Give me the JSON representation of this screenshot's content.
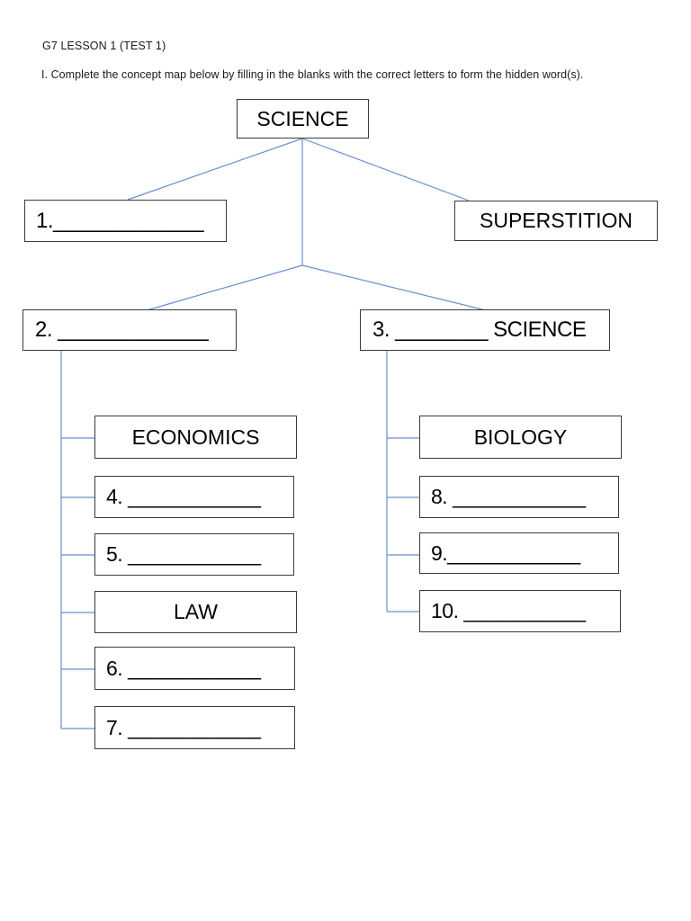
{
  "page": {
    "title": "G7 LESSON 1 (TEST 1)",
    "instruction": "I. Complete the concept map below by filling in the blanks with the correct letters to form the hidden word(s).",
    "background_color": "#ffffff",
    "box_border_color": "#3b3b3b",
    "connector_color": "#6a8fd0",
    "text_color": "#000000"
  },
  "concept_map": {
    "root": {
      "id": "science",
      "label": "SCIENCE"
    },
    "level2": [
      {
        "id": "blank-1",
        "label": "1._____________"
      },
      {
        "id": "superstition",
        "label": "SUPERSTITION"
      },
      {
        "id": "blank-2",
        "label": "2. _____________"
      },
      {
        "id": "blank-3-science",
        "label": "3. ________ SCIENCE"
      }
    ],
    "left_branch": {
      "parent": "blank-2",
      "items": [
        {
          "id": "economics",
          "label": "ECONOMICS",
          "align": "center"
        },
        {
          "id": "blank-4",
          "label": "4. ____________",
          "align": "left"
        },
        {
          "id": "blank-5",
          "label": "5. ____________",
          "align": "left"
        },
        {
          "id": "law",
          "label": "LAW",
          "align": "center"
        },
        {
          "id": "blank-6",
          "label": "6. ____________",
          "align": "left"
        },
        {
          "id": "blank-7",
          "label": "7. ____________",
          "align": "left"
        }
      ]
    },
    "right_branch": {
      "parent": "blank-3-science",
      "items": [
        {
          "id": "biology",
          "label": "BIOLOGY",
          "align": "center"
        },
        {
          "id": "blank-8",
          "label": "8. ____________",
          "align": "left"
        },
        {
          "id": "blank-9",
          "label": "9.____________",
          "align": "left"
        },
        {
          "id": "blank-10",
          "label": "10. ___________",
          "align": "left"
        }
      ]
    }
  }
}
